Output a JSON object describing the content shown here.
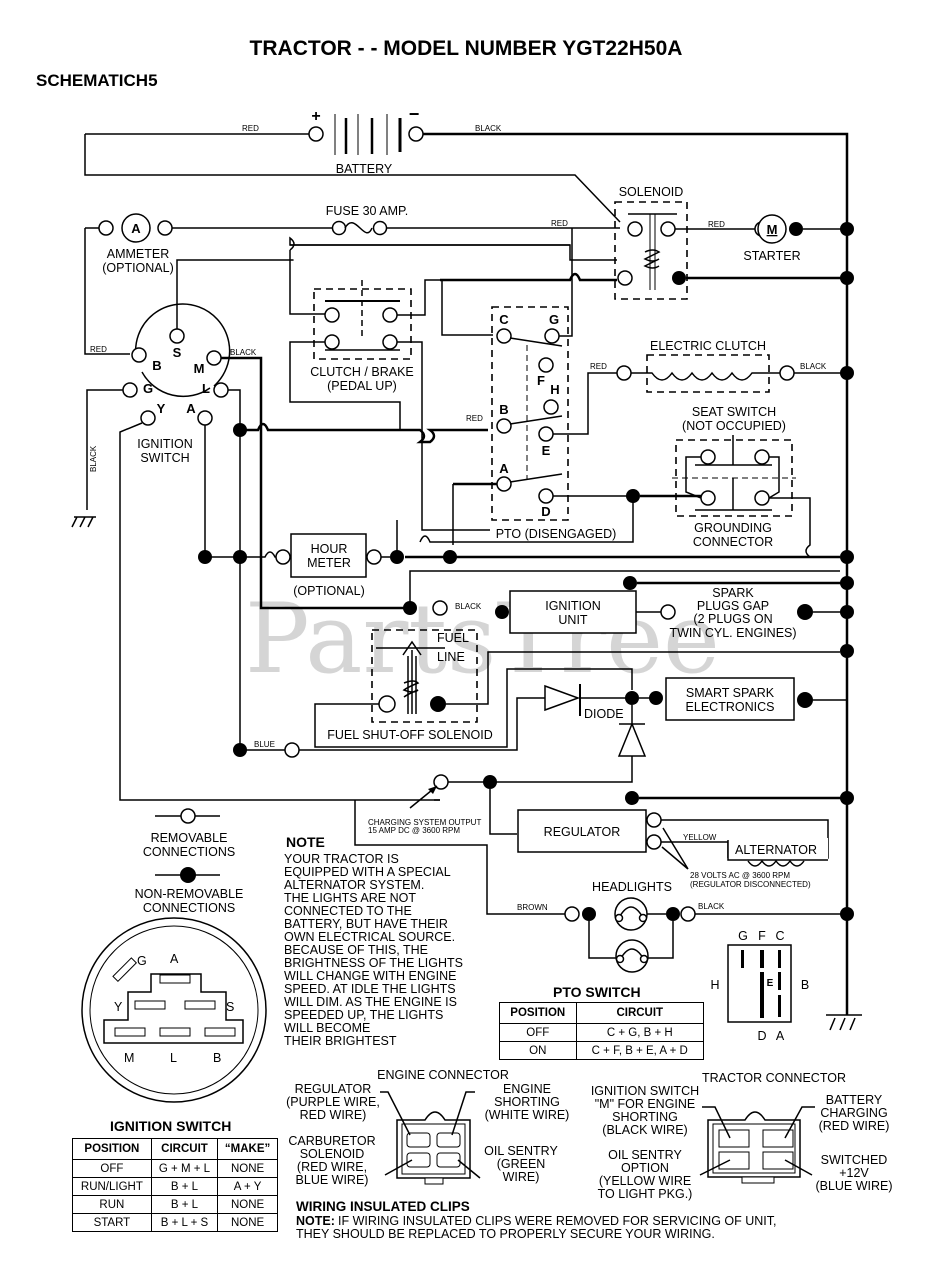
{
  "header": {
    "title": "TRACTOR - - MODEL NUMBER YGT22H50A",
    "subtitle": "SCHEMATICH5"
  },
  "watermark": "PartsTree",
  "components": {
    "battery": {
      "label": "BATTERY",
      "plus": "+",
      "minus": "−",
      "wire_left": "RED",
      "wire_right": "BLACK"
    },
    "ammeter": {
      "symbol": "A",
      "label1": "AMMETER",
      "label2": "(OPTIONAL)"
    },
    "fuse": {
      "label": "FUSE 30 AMP."
    },
    "solenoid": {
      "label": "SOLENOID",
      "wire_in": "RED",
      "wire_out": "RED"
    },
    "starter": {
      "symbol": "M",
      "label": "STARTER"
    },
    "clutch_brake": {
      "label1": "CLUTCH / BRAKE",
      "label2": "(PEDAL UP)"
    },
    "ignition_switch": {
      "label1": "IGNITION",
      "label2": "SWITCH",
      "terminals": [
        "B",
        "S",
        "M",
        "L",
        "A",
        "Y",
        "G"
      ],
      "wire_b": "RED",
      "wire_m": "BLACK",
      "wire_g": "BLACK"
    },
    "pto": {
      "label": "PTO (DISENGAGED)",
      "terminals": [
        "C",
        "G",
        "F",
        "H",
        "B",
        "E",
        "A",
        "D"
      ],
      "wire_b": "RED"
    },
    "electric_clutch": {
      "label": "ELECTRIC CLUTCH",
      "wire_in": "RED",
      "wire_out": "BLACK"
    },
    "seat_switch": {
      "label1": "SEAT SWITCH",
      "label2": "(NOT OCCUPIED)"
    },
    "grounding_connector": {
      "label1": "GROUNDING",
      "label2": "CONNECTOR"
    },
    "hour_meter": {
      "label1": "HOUR",
      "label2": "METER",
      "label3": "(OPTIONAL)"
    },
    "ignition_unit": {
      "label1": "IGNITION",
      "label2": "UNIT",
      "wire": "BLACK"
    },
    "spark_plugs": {
      "line1": "SPARK",
      "line2": "PLUGS GAP",
      "line3": "(2 PLUGS ON",
      "line4": "TWIN CYL. ENGINES)"
    },
    "fuel_solenoid": {
      "label": "FUEL SHUT-OFF SOLENOID",
      "fuel_line1": "FUEL",
      "fuel_line2": "LINE"
    },
    "diode": {
      "label": "DIODE"
    },
    "smart_spark": {
      "label1": "SMART SPARK",
      "label2": "ELECTRONICS"
    },
    "blue_wire": "BLUE",
    "charging": {
      "line1": "CHARGING SYSTEM OUTPUT",
      "line2": "15 AMP DC @ 3600 RPM"
    },
    "regulator": {
      "label": "REGULATOR"
    },
    "alternator": {
      "label": "ALTERNATOR",
      "wire": "YELLOW",
      "note1": "28 VOLTS AC @ 3600 RPM",
      "note2": "(REGULATOR DISCONNECTED)"
    },
    "headlights": {
      "label": "HEADLIGHTS",
      "wire_in": "BROWN",
      "wire_out": "BLACK"
    }
  },
  "legend": {
    "removable": {
      "line1": "REMOVABLE",
      "line2": "CONNECTIONS"
    },
    "non_removable": {
      "line1": "NON-REMOVABLE",
      "line2": "CONNECTIONS"
    }
  },
  "ignition_plug": {
    "pins": [
      "G",
      "A",
      "Y",
      "S",
      "M",
      "L",
      "B"
    ]
  },
  "note": {
    "heading": "NOTE",
    "lines": [
      "YOUR TRACTOR IS",
      "EQUIPPED WITH A SPECIAL",
      "ALTERNATOR SYSTEM.",
      "THE LIGHTS ARE NOT",
      "CONNECTED TO THE",
      "BATTERY, BUT HAVE THEIR",
      "OWN ELECTRICAL SOURCE.",
      "BECAUSE OF THIS, THE",
      "BRIGHTNESS OF THE LIGHTS",
      "WILL CHANGE WITH ENGINE",
      "SPEED.  AT IDLE THE LIGHTS",
      "WILL DIM.  AS THE ENGINE IS",
      "SPEEDED UP, THE LIGHTS",
      "WILL BECOME",
      "THEIR BRIGHTEST"
    ]
  },
  "pto_switch_table": {
    "title": "PTO SWITCH",
    "headers": [
      "POSITION",
      "CIRCUIT"
    ],
    "rows": [
      [
        "OFF",
        "C + G, B + H"
      ],
      [
        "ON",
        "C + F, B + E, A + D"
      ]
    ]
  },
  "pto_diagram": {
    "top": [
      "G",
      "F",
      "C"
    ],
    "left": "H",
    "right": "B",
    "center": "E",
    "bottom": [
      "D",
      "A"
    ]
  },
  "ignition_switch_table": {
    "title": "IGNITION SWITCH",
    "headers": [
      "POSITION",
      "CIRCUIT",
      "“MAKE”"
    ],
    "rows": [
      [
        "OFF",
        "G + M + L",
        "NONE"
      ],
      [
        "RUN/LIGHT",
        "B + L",
        "A + Y"
      ],
      [
        "RUN",
        "B + L",
        "NONE"
      ],
      [
        "START",
        "B + L + S",
        "NONE"
      ]
    ]
  },
  "engine_connector": {
    "title": "ENGINE CONNECTOR",
    "regulator": [
      "REGULATOR",
      "(PURPLE WIRE,",
      "RED WIRE)"
    ],
    "engine_shorting": [
      "ENGINE",
      "SHORTING",
      "(WHITE WIRE)"
    ],
    "carburetor": [
      "CARBURETOR",
      "SOLENOID",
      "(RED WIRE,",
      "BLUE WIRE)"
    ],
    "oil_sentry": [
      "OIL SENTRY",
      "(GREEN",
      "WIRE)"
    ]
  },
  "tractor_connector": {
    "title": "TRACTOR CONNECTOR",
    "ignition": [
      "IGNITION SWITCH",
      "\"M\" FOR ENGINE",
      "SHORTING",
      "(BLACK WIRE)"
    ],
    "battery": [
      "BATTERY",
      "CHARGING",
      "(RED WIRE)"
    ],
    "oil_sentry": [
      "OIL SENTRY",
      "OPTION",
      "(YELLOW WIRE",
      "TO LIGHT PKG.)"
    ],
    "switched": [
      "SWITCHED",
      "+12V",
      "(BLUE WIRE)"
    ]
  },
  "clips": {
    "heading": "WIRING INSULATED CLIPS",
    "note_label": "NOTE:",
    "line1": "IF WIRING INSULATED CLIPS WERE REMOVED FOR SERVICING OF UNIT,",
    "line2": "THEY SHOULD BE REPLACED TO PROPERLY SECURE YOUR WIRING."
  }
}
